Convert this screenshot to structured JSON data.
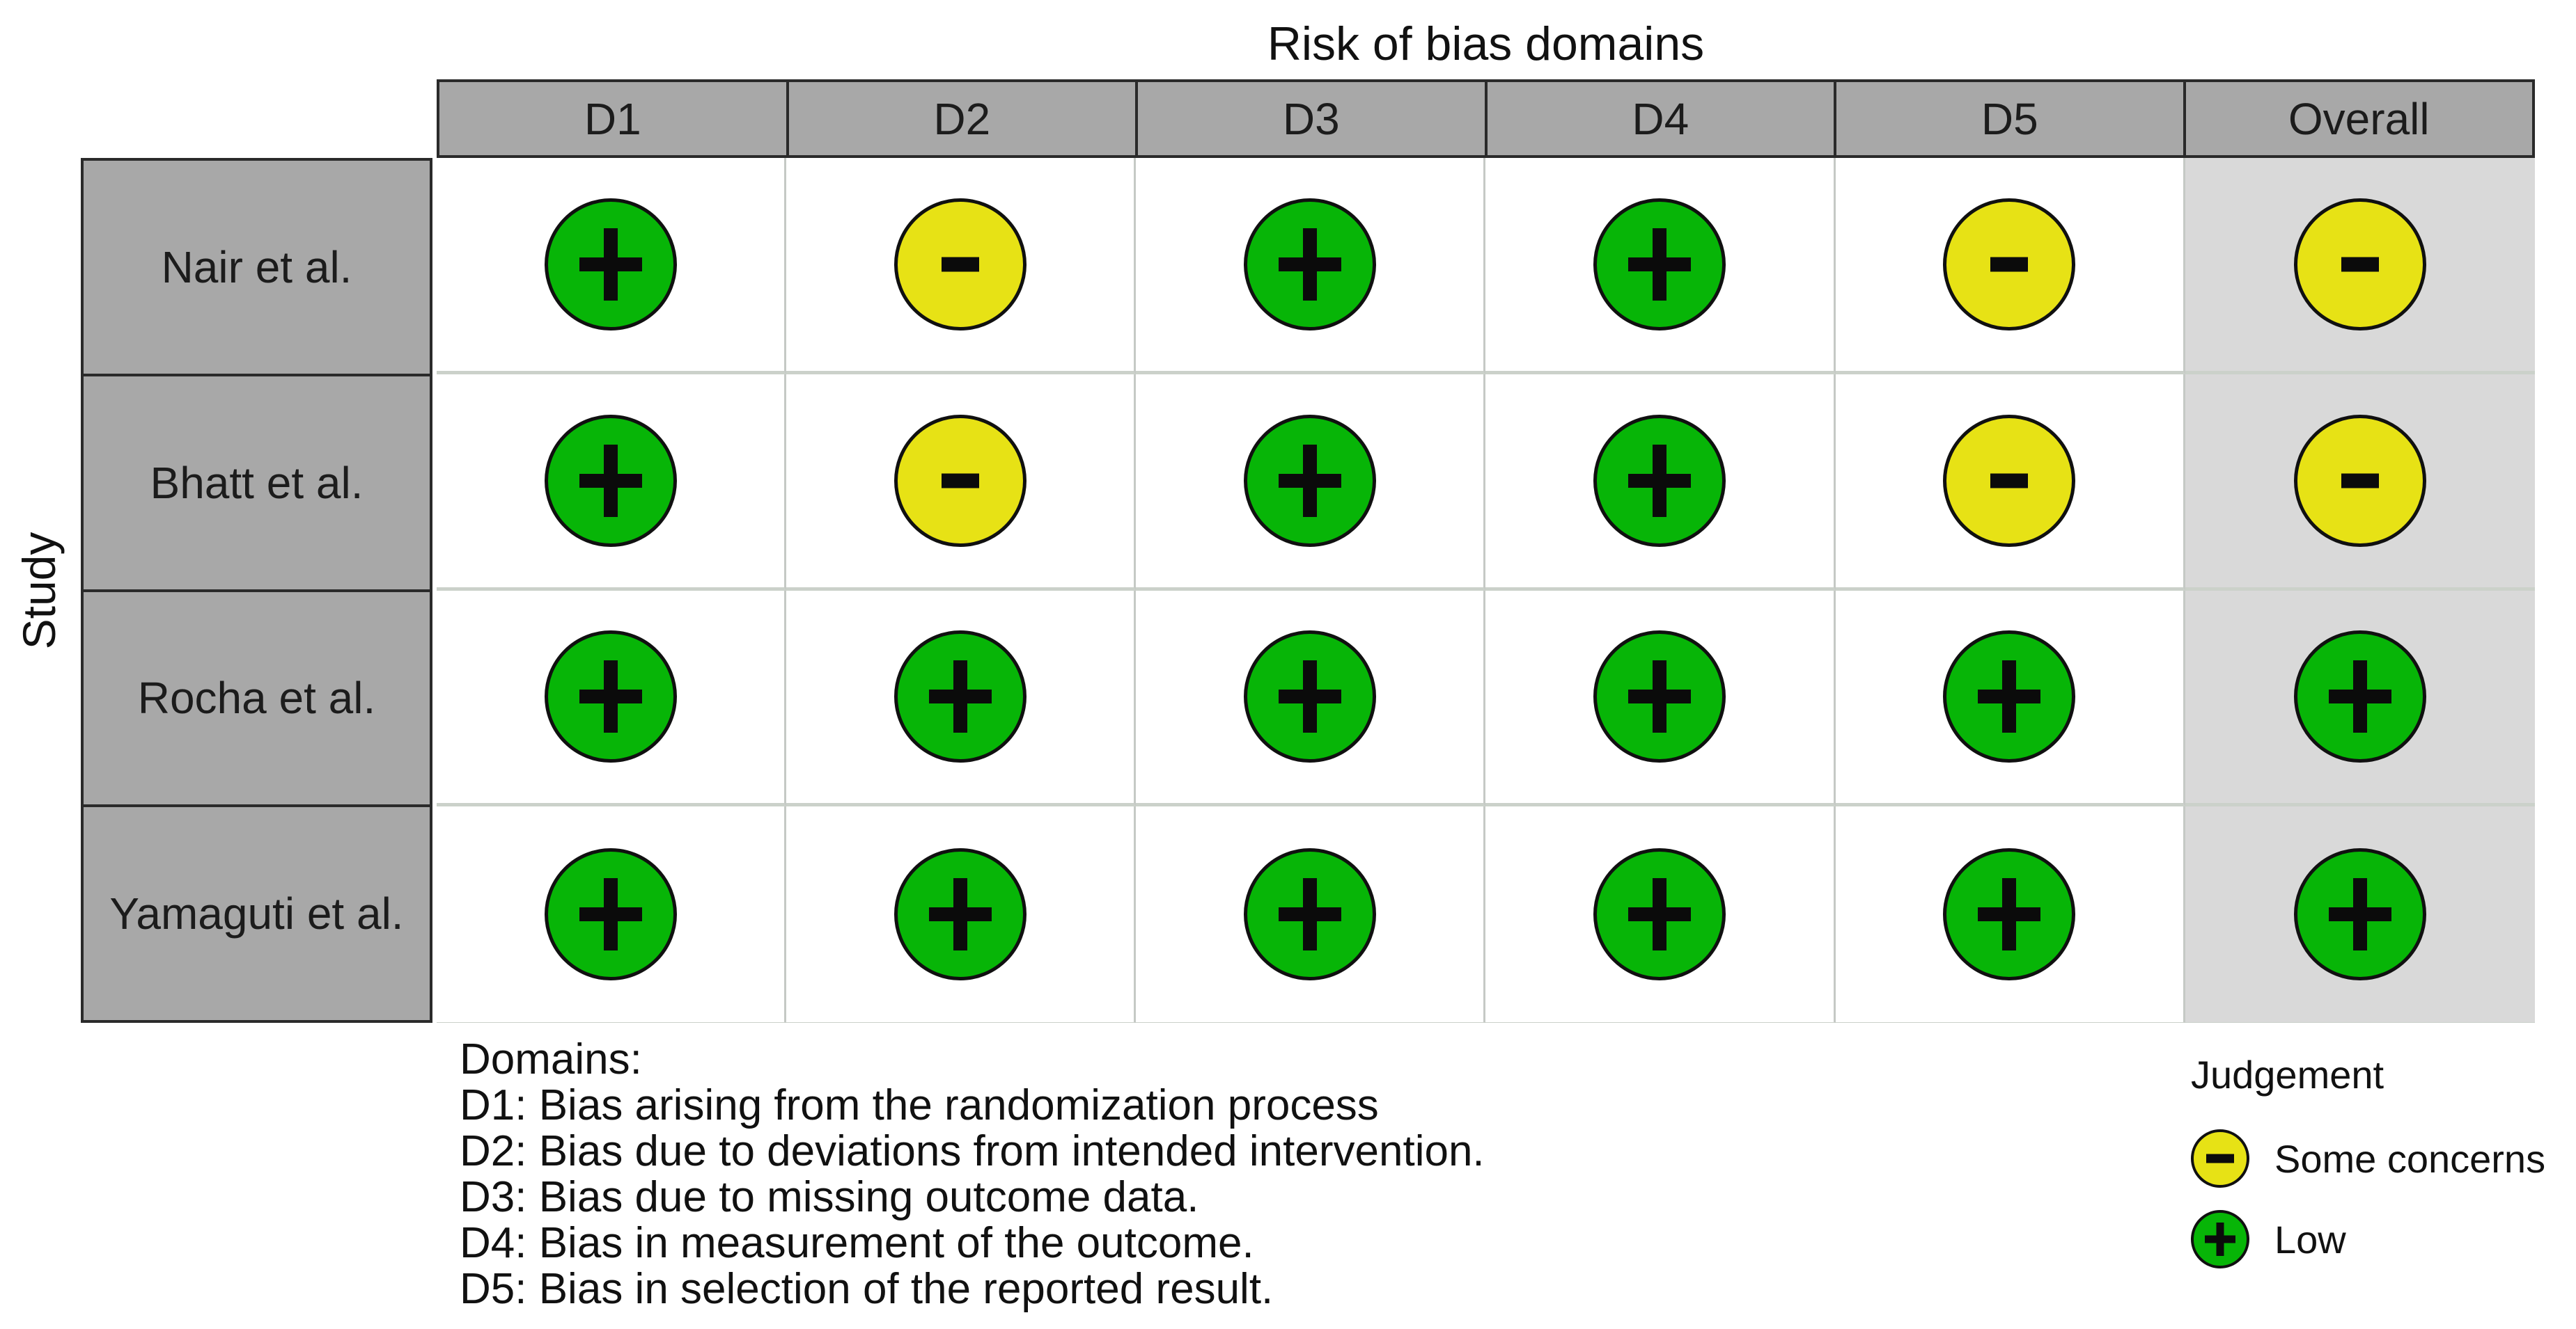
{
  "figure": {
    "title": "Risk of bias domains",
    "y_axis_label": "Study"
  },
  "table": {
    "columns": [
      "D1",
      "D2",
      "D3",
      "D4",
      "D5",
      "Overall"
    ],
    "studies": [
      "Nair et al.",
      "Bhatt et al.",
      "Rocha et al.",
      "Yamaguti et al."
    ],
    "matrix": [
      [
        "low",
        "some_concerns",
        "low",
        "low",
        "some_concerns",
        "some_concerns"
      ],
      [
        "low",
        "some_concerns",
        "low",
        "low",
        "some_concerns",
        "some_concerns"
      ],
      [
        "low",
        "low",
        "low",
        "low",
        "low",
        "low"
      ],
      [
        "low",
        "low",
        "low",
        "low",
        "low",
        "low"
      ]
    ]
  },
  "judgements": {
    "low": {
      "label": "Low",
      "symbol": "+",
      "color": "#07b507"
    },
    "some_concerns": {
      "label": "Some concerns",
      "symbol": "-",
      "color": "#e7e215"
    }
  },
  "legend": {
    "title": "Judgement",
    "items": [
      "some_concerns",
      "low"
    ]
  },
  "footnotes": [
    "Domains:",
    "D1: Bias arising from the randomization process",
    "D2: Bias due to deviations from intended intervention.",
    "D3: Bias due to missing outcome data.",
    "D4: Bias in measurement of the outcome.",
    "D5: Bias in selection of the reported result."
  ],
  "chart_data": {
    "type": "heatmap",
    "title": "Risk of bias domains",
    "xlabel": "",
    "ylabel": "Study",
    "columns": [
      "D1",
      "D2",
      "D3",
      "D4",
      "D5",
      "Overall"
    ],
    "rows": [
      "Nair et al.",
      "Bhatt et al.",
      "Rocha et al.",
      "Yamaguti et al."
    ],
    "values": [
      [
        "Low",
        "Some concerns",
        "Low",
        "Low",
        "Some concerns",
        "Some concerns"
      ],
      [
        "Low",
        "Some concerns",
        "Low",
        "Low",
        "Some concerns",
        "Some concerns"
      ],
      [
        "Low",
        "Low",
        "Low",
        "Low",
        "Low",
        "Low"
      ],
      [
        "Low",
        "Low",
        "Low",
        "Low",
        "Low",
        "Low"
      ]
    ],
    "legend": {
      "title": "Judgement",
      "position": "bottom-right",
      "entries": [
        {
          "label": "Some concerns",
          "symbol": "-",
          "color": "#e7e215"
        },
        {
          "label": "Low",
          "symbol": "+",
          "color": "#07b507"
        }
      ]
    },
    "cell_colors": {
      "Low": "#07b507",
      "Some concerns": "#e7e215"
    },
    "header_fill": "#a8a8a8",
    "overall_column_fill": "#d9d9d9",
    "grid": true,
    "footnotes": [
      "Domains:",
      "D1: Bias arising from the randomization process",
      "D2: Bias due to deviations from intended intervention.",
      "D3: Bias due to missing outcome data.",
      "D4: Bias in measurement of the outcome.",
      "D5: Bias in selection of the reported result."
    ]
  }
}
